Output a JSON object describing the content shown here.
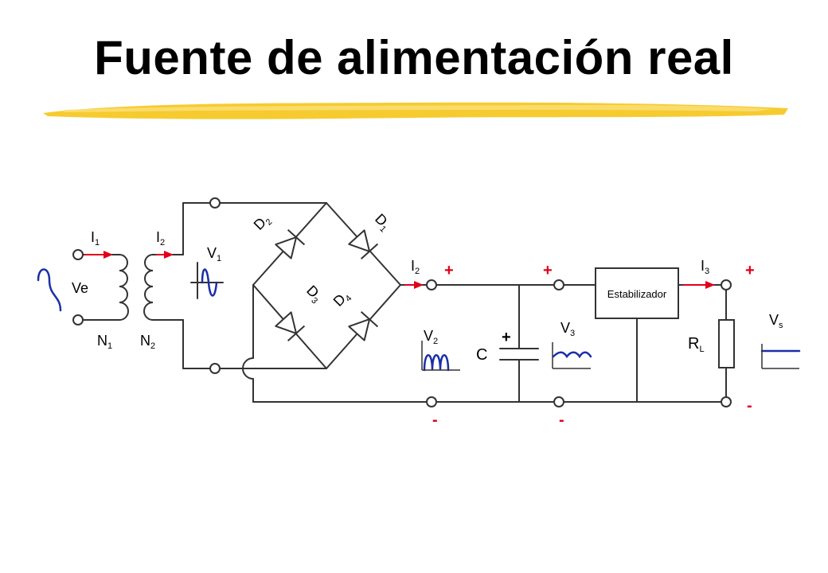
{
  "title": "Fuente de alimentación real",
  "colors": {
    "title_underline": "#f5c518",
    "wire": "#333333",
    "current_arrow": "#e0001a",
    "waveform": "#1a2fa8",
    "polarity": "#e0001a"
  },
  "labels": {
    "ve": "Ve",
    "i1": {
      "main": "I",
      "sub": "1"
    },
    "i2_primary": {
      "main": "I",
      "sub": "2"
    },
    "i2_output": {
      "main": "I",
      "sub": "2"
    },
    "i3": {
      "main": "I",
      "sub": "3"
    },
    "n1": {
      "main": "N",
      "sub": "1"
    },
    "n2": {
      "main": "N",
      "sub": "2"
    },
    "v1": {
      "main": "V",
      "sub": "1"
    },
    "v2": {
      "main": "V",
      "sub": "2"
    },
    "v3": {
      "main": "V",
      "sub": "3"
    },
    "vs": {
      "main": "V",
      "sub": "s"
    },
    "d1": {
      "main": "D",
      "sub": "1"
    },
    "d2": {
      "main": "D",
      "sub": "2"
    },
    "d3": {
      "main": "D",
      "sub": "3"
    },
    "d4": {
      "main": "D",
      "sub": "4"
    },
    "c": "C",
    "c_plus": "+",
    "rl": {
      "main": "R",
      "sub": "L"
    },
    "stabilizer": "Estabilizador"
  },
  "polarity": {
    "plus": "+",
    "minus": "-"
  }
}
